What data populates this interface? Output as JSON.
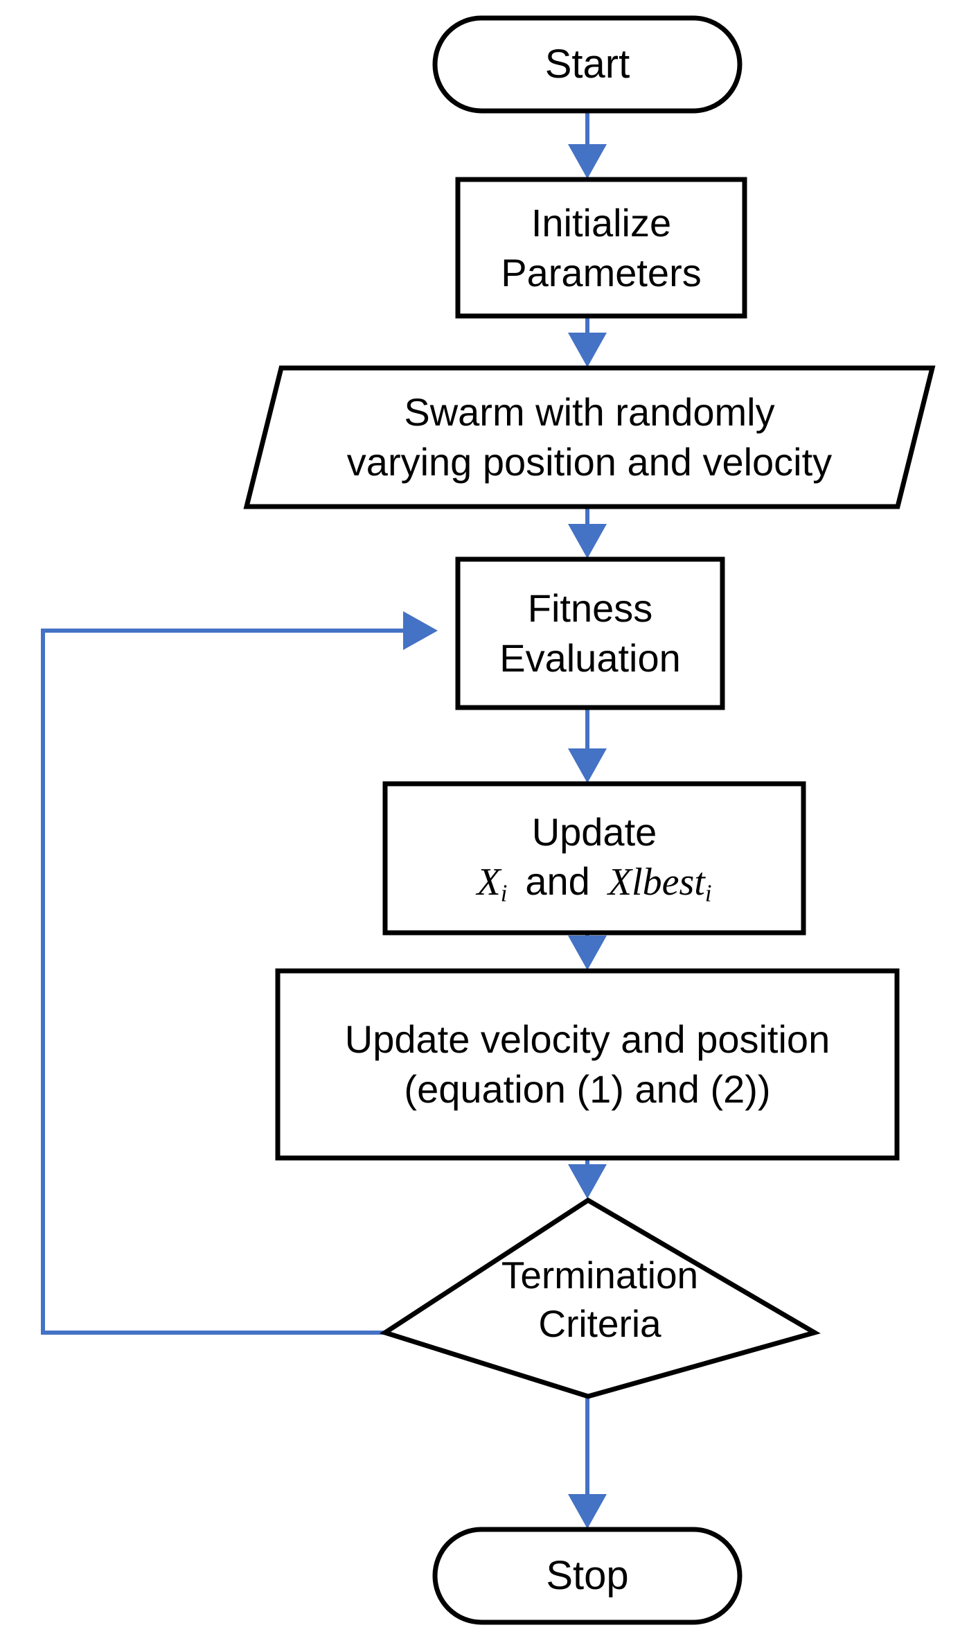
{
  "diagram": {
    "title": "Particle Swarm Optimization flowchart",
    "accent_color": "#4472C4",
    "line_color": "#000000",
    "background": "#ffffff"
  },
  "nodes": {
    "start": {
      "label": "Start",
      "shape": "terminator"
    },
    "initialize": {
      "line1": "Initialize",
      "line2": "Parameters",
      "shape": "process"
    },
    "swarm": {
      "line1": "Swarm with randomly",
      "line2": "varying position and velocity",
      "shape": "data-parallelogram"
    },
    "fitness": {
      "line1": "Fitness",
      "line2": "Evaluation",
      "shape": "process"
    },
    "update_best": {
      "line1": "Update",
      "math_x": "X",
      "math_x_sub": "i",
      "math_and": "and",
      "math_lbest": "Xlbest",
      "math_lbest_sub": "i",
      "shape": "process"
    },
    "update_vel": {
      "line1": "Update velocity and position",
      "line2": "(equation (1) and (2))",
      "shape": "process"
    },
    "termination": {
      "line1": "Termination",
      "line2": "Criteria",
      "shape": "decision"
    },
    "stop": {
      "label": "Stop",
      "shape": "terminator"
    }
  },
  "edges": [
    {
      "id": "start-to-initialize",
      "from": "start",
      "to": "initialize",
      "label": ""
    },
    {
      "id": "initialize-to-swarm",
      "from": "initialize",
      "to": "swarm",
      "label": ""
    },
    {
      "id": "swarm-to-fitness",
      "from": "swarm",
      "to": "fitness",
      "label": ""
    },
    {
      "id": "fitness-to-update-best",
      "from": "fitness",
      "to": "update_best",
      "label": ""
    },
    {
      "id": "update-best-to-update-vel",
      "from": "update_best",
      "to": "update_vel",
      "label": ""
    },
    {
      "id": "update-vel-to-termination",
      "from": "update_vel",
      "to": "termination",
      "label": ""
    },
    {
      "id": "termination-to-stop",
      "from": "termination",
      "to": "stop",
      "label": ""
    },
    {
      "id": "termination-feedback-to-fitness",
      "from": "termination",
      "to": "fitness",
      "label": ""
    }
  ]
}
